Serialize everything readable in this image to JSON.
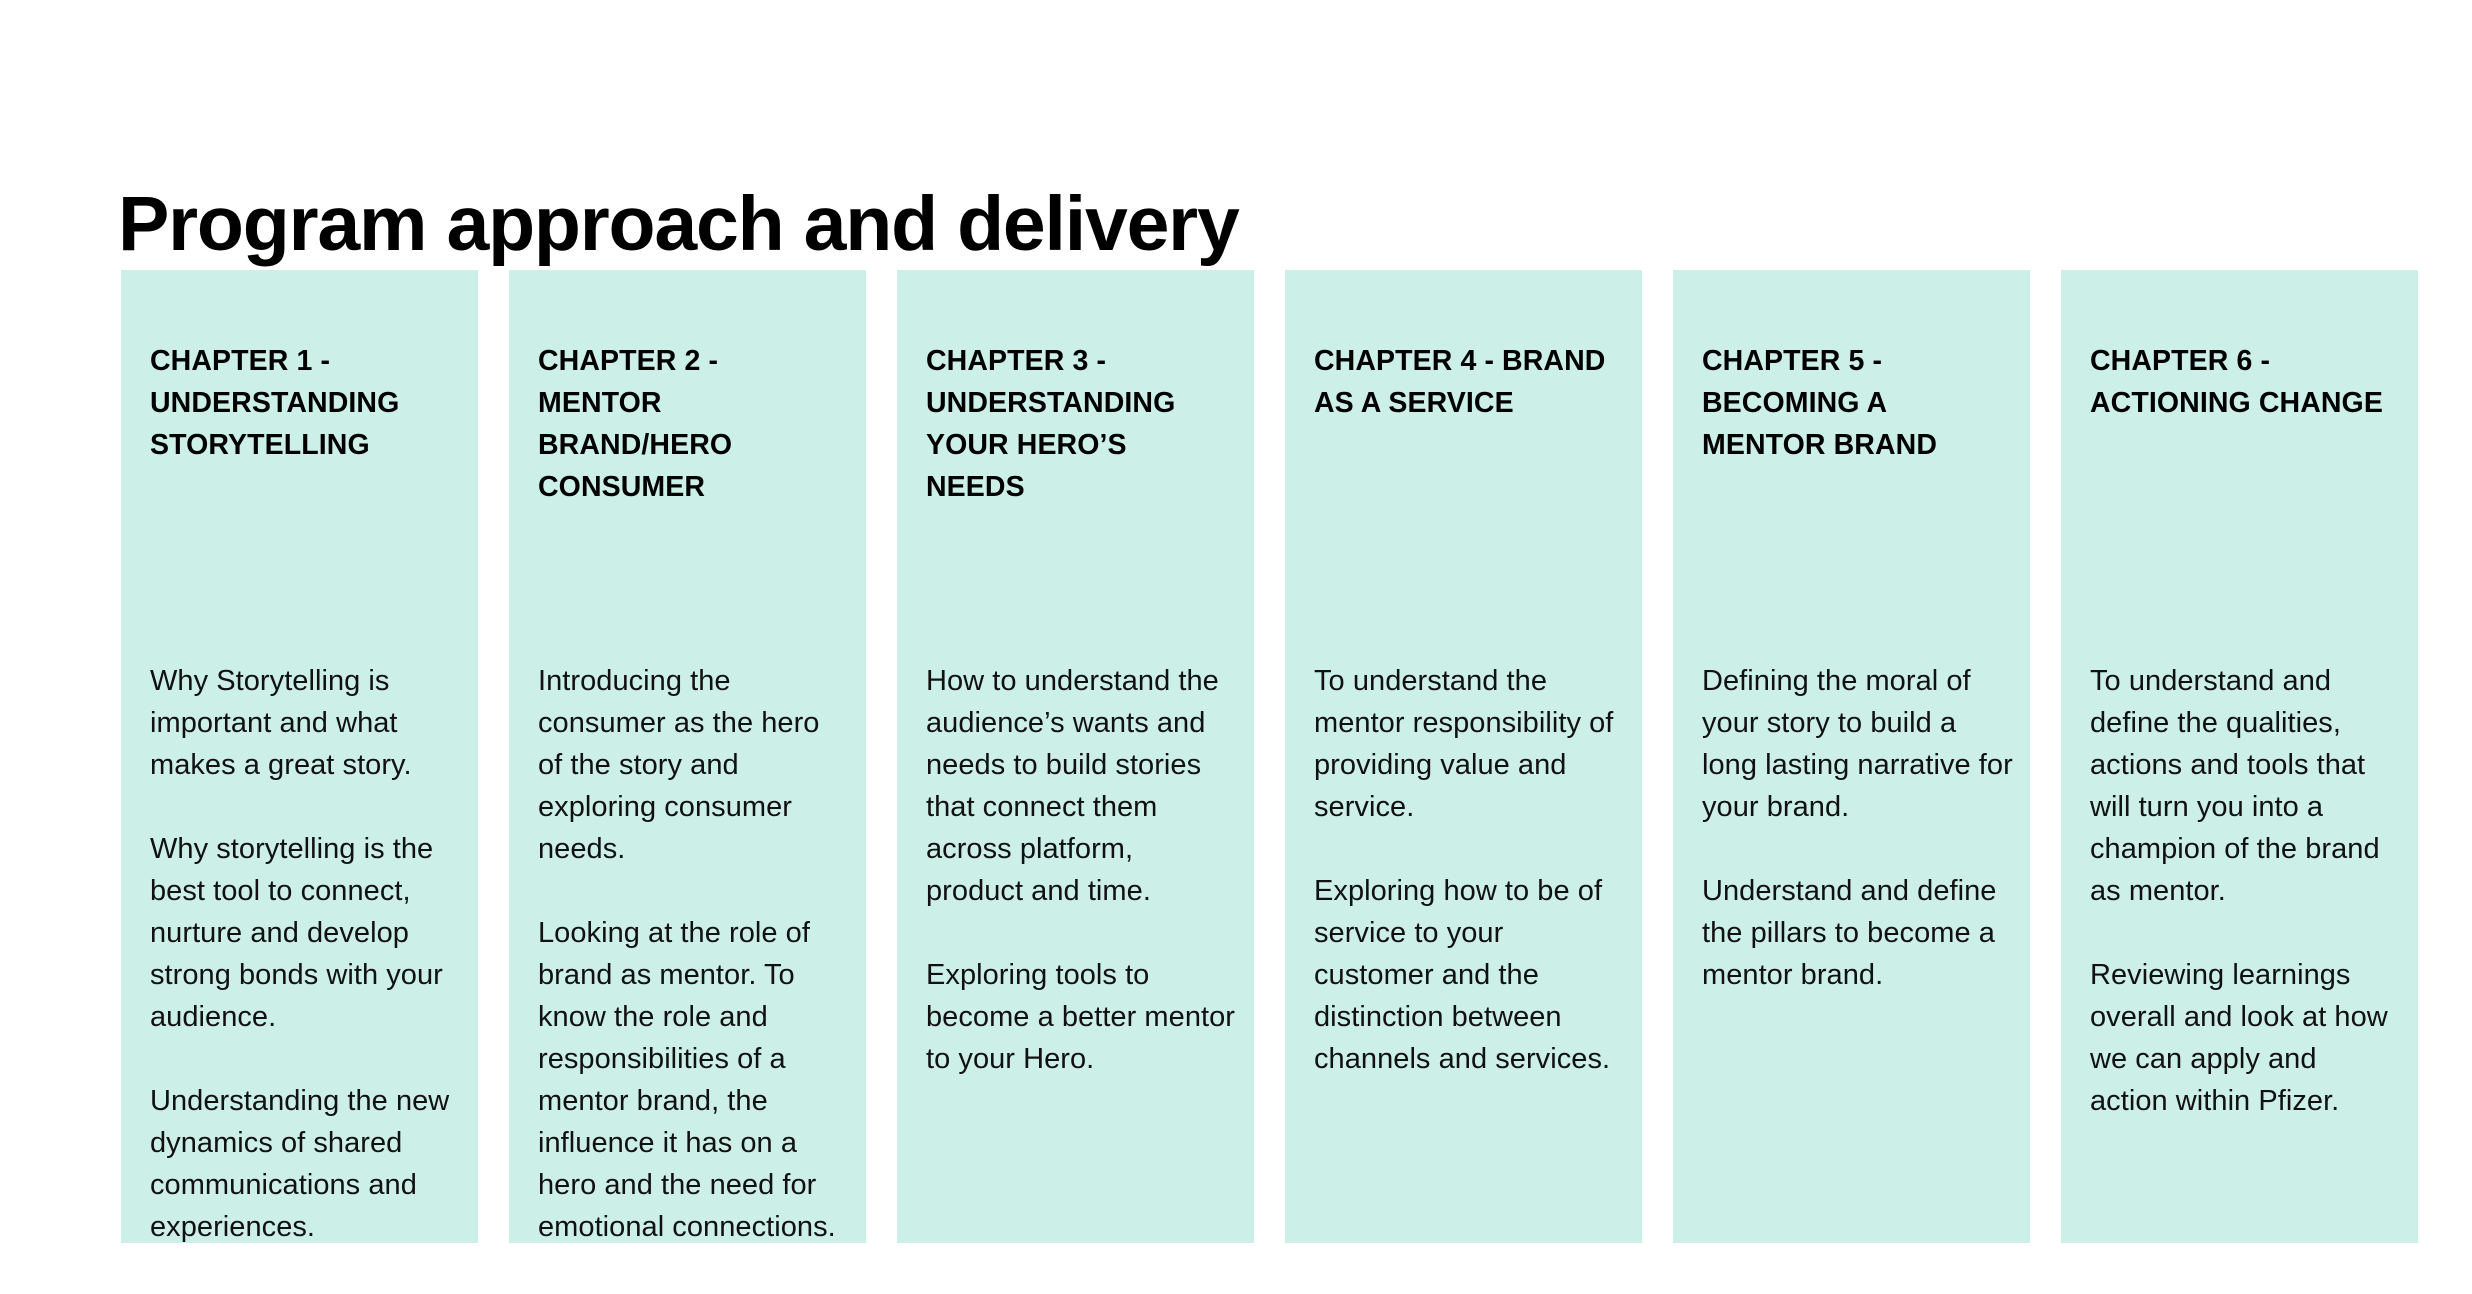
{
  "slide": {
    "title": "Program approach and delivery",
    "card_color": "#CCEFE7",
    "text_color": "#000000",
    "background_color": "#FFFFFF"
  },
  "cards": [
    {
      "heading": "CHAPTER 1 - UNDERSTANDING STORYTELLING",
      "paragraphs": [
        "Why Storytelling is important and what makes a great story.",
        "Why storytelling is the best tool to connect, nurture and develop strong bonds with your audience.",
        "Understanding the new dynamics of shared communications and experiences."
      ]
    },
    {
      "heading": "CHAPTER 2 - MENTOR BRAND/HERO CONSUMER",
      "paragraphs": [
        "Introducing the consumer as the hero of the story and exploring consumer needs.",
        "Looking at the role of brand as mentor. To know the role and responsibilities of a mentor brand, the influence it has on a hero and the need for emotional connections."
      ]
    },
    {
      "heading": "CHAPTER 3 - UNDERSTANDING YOUR HERO’S NEEDS",
      "paragraphs": [
        "How to understand the audience’s wants and needs to build stories that connect them across platform, product and time.",
        "Exploring tools to become a better mentor to your Hero."
      ]
    },
    {
      "heading": "CHAPTER 4 - BRAND AS A SERVICE",
      "paragraphs": [
        "To understand the mentor responsibility of providing value and service.",
        "Exploring how to be of service to your customer and the distinction between channels and services."
      ]
    },
    {
      "heading": "CHAPTER 5 - BECOMING A MENTOR BRAND",
      "paragraphs": [
        "Defining the moral of your story to build a long lasting narrative for your brand.",
        "Understand and define the pillars to become a mentor brand."
      ]
    },
    {
      "heading": "CHAPTER 6 - ACTIONING CHANGE",
      "paragraphs": [
        "To understand and define the qualities, actions and tools that will turn you into a champion of the brand as mentor.",
        "Reviewing learnings overall and look at how we can apply and action within Pfizer."
      ]
    }
  ]
}
